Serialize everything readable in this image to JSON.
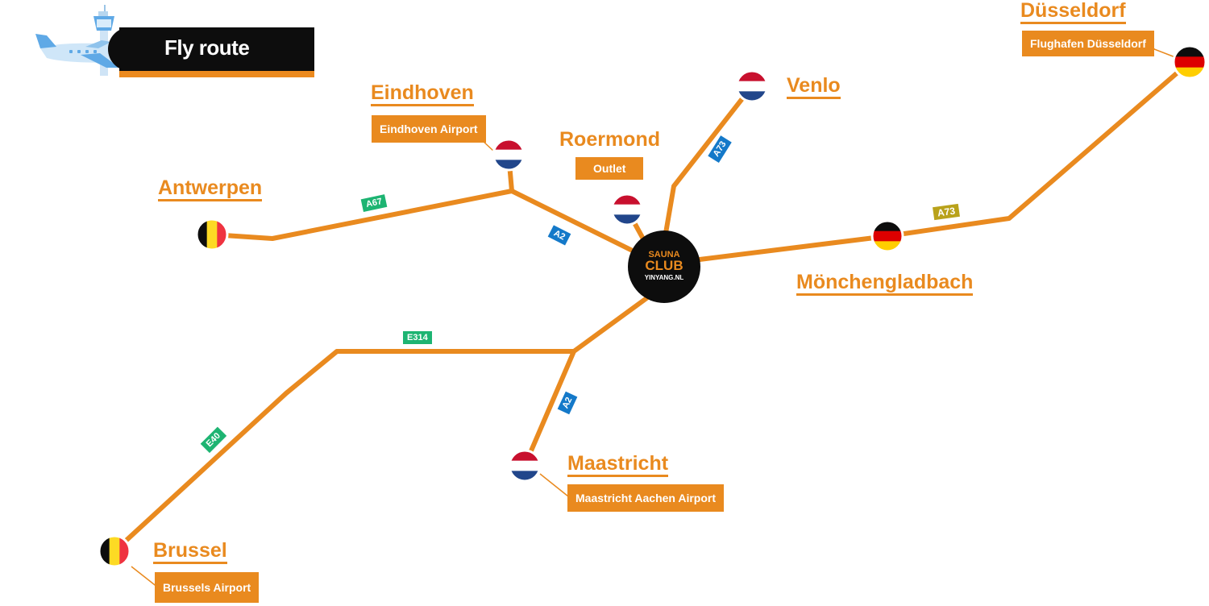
{
  "header": {
    "title": "Fly route",
    "plane_icon": "airplane-icon",
    "tower_icon": "control-tower-icon"
  },
  "hub": {
    "line1": "SAUNA",
    "line2": "CLUB",
    "line3": "YINYANG.NL"
  },
  "cities": {
    "eindhoven": {
      "name": "Eindhoven",
      "airport": "Eindhoven Airport",
      "flag": "NL"
    },
    "antwerpen": {
      "name": "Antwerpen",
      "flag": "BE"
    },
    "roermond": {
      "name": "Roermond",
      "airport": "Outlet",
      "flag": "NL"
    },
    "venlo": {
      "name": "Venlo",
      "flag": "NL"
    },
    "dusseldorf": {
      "name": "Düsseldorf",
      "airport": "Flughafen Düsseldorf",
      "flag": "DE"
    },
    "monchengladbach": {
      "name": "Mönchengladbach",
      "flag": "DE"
    },
    "maastricht": {
      "name": "Maastricht",
      "airport": "Maastricht Aachen Airport",
      "flag": "NL"
    },
    "brussel": {
      "name": "Brussel",
      "airport": "Brussels Airport",
      "flag": "BE"
    }
  },
  "roads": {
    "a67": "A67",
    "a2_north": "A2",
    "a73_venlo": "A73",
    "a73_dusseldorf": "A73",
    "e314": "E314",
    "a2_south": "A2",
    "e40": "E40"
  },
  "colors": {
    "route": "#e98a1f",
    "hub": "#0d0d0d",
    "road_green": "#1db472",
    "road_blue": "#1479c9",
    "road_olive": "#b9a21a",
    "nl_red": "#c8102e",
    "nl_blue": "#21468b",
    "be_black": "#0d0d0d",
    "be_yellow": "#fdda24",
    "be_red": "#ef3340",
    "de_black": "#0d0d0d",
    "de_red": "#dd0000",
    "de_gold": "#ffce00"
  }
}
